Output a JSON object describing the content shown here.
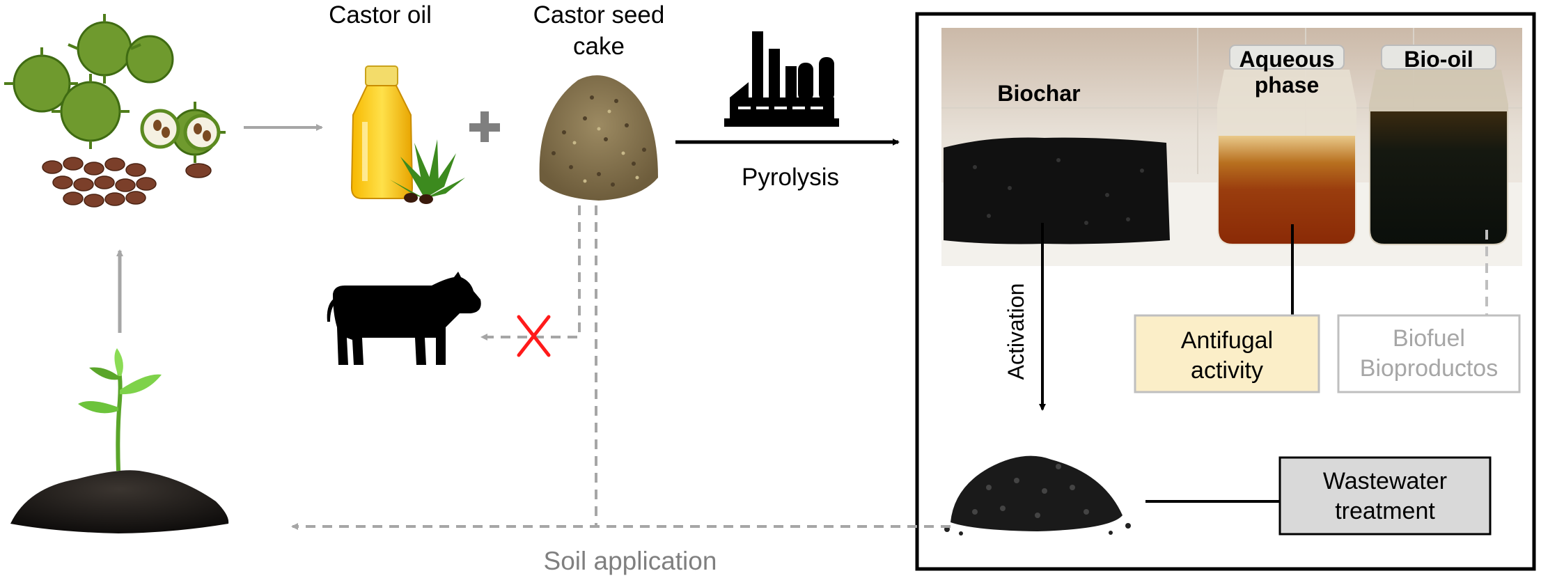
{
  "top_labels": {
    "castor_oil": "Castor oil",
    "castor_seed_cake_line1": "Castor seed",
    "castor_seed_cake_line2": "cake",
    "pyrolysis": "Pyrolysis"
  },
  "photo_labels": {
    "biochar": "Biochar",
    "aqueous_line1": "Aqueous",
    "aqueous_line2": "phase",
    "bio_oil": "Bio-oil"
  },
  "process_labels": {
    "activation": "Activation",
    "soil_application": "Soil application"
  },
  "boxes": {
    "antifungal_line1": "Antifugal",
    "antifungal_line2": "activity",
    "biofuel_line1": "Biofuel",
    "biofuel_line2": "Bioproductos",
    "wastewater_line1": "Wastewater",
    "wastewater_line2": "treatment"
  },
  "colors": {
    "arrow_dark": "#000000",
    "arrow_gray": "#a6a6a6",
    "cross_red": "#ff1a1a",
    "antifungal_fill": "#fbeec8",
    "wastewater_fill": "#d9d9d9",
    "box_border": "#bfbfbf"
  },
  "icons": [
    "castor-fruit-icon",
    "oil-bottle-icon",
    "seed-cake-icon",
    "factory-icon",
    "cow-icon",
    "seedling-icon",
    "activated-carbon-icon"
  ]
}
